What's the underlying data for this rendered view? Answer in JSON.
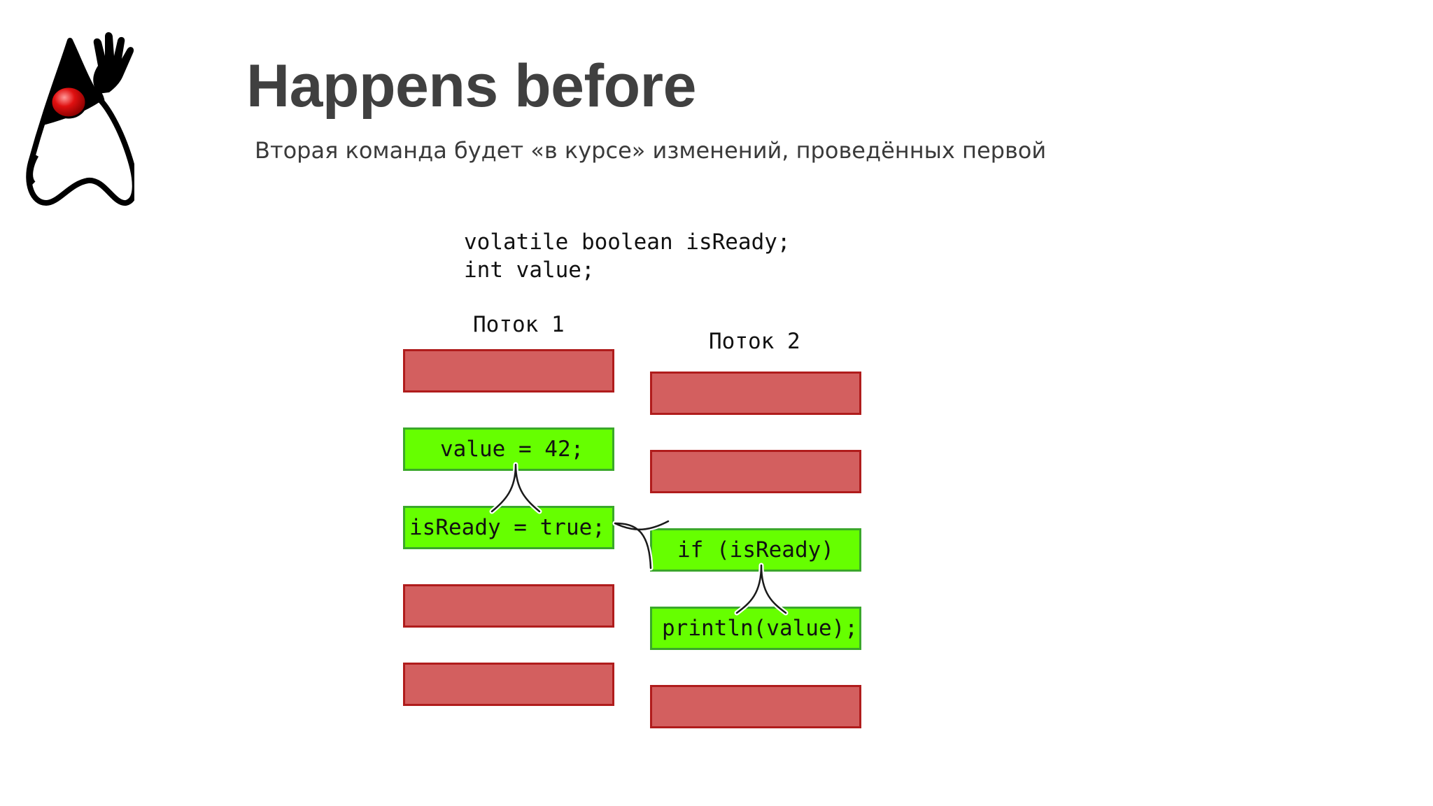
{
  "slide": {
    "title": "Happens before",
    "subtitle": "Вторая команда будет «в курсе» изменений, проведённых первой"
  },
  "code": {
    "line1": "volatile boolean isReady;",
    "line2": "int value;"
  },
  "threads": [
    {
      "label": "Поток 1",
      "steps": [
        "",
        "value = 42;",
        "isReady = true;",
        "",
        ""
      ]
    },
    {
      "label": "Поток 2",
      "steps": [
        "",
        "",
        "if (isReady)",
        "println(value);",
        ""
      ]
    }
  ],
  "colors": {
    "highlighted_step": "#66ff00",
    "other_step": "#d35f5f",
    "title": "#404040"
  },
  "icons": {
    "logo": "java-duke-mascot-icon"
  }
}
